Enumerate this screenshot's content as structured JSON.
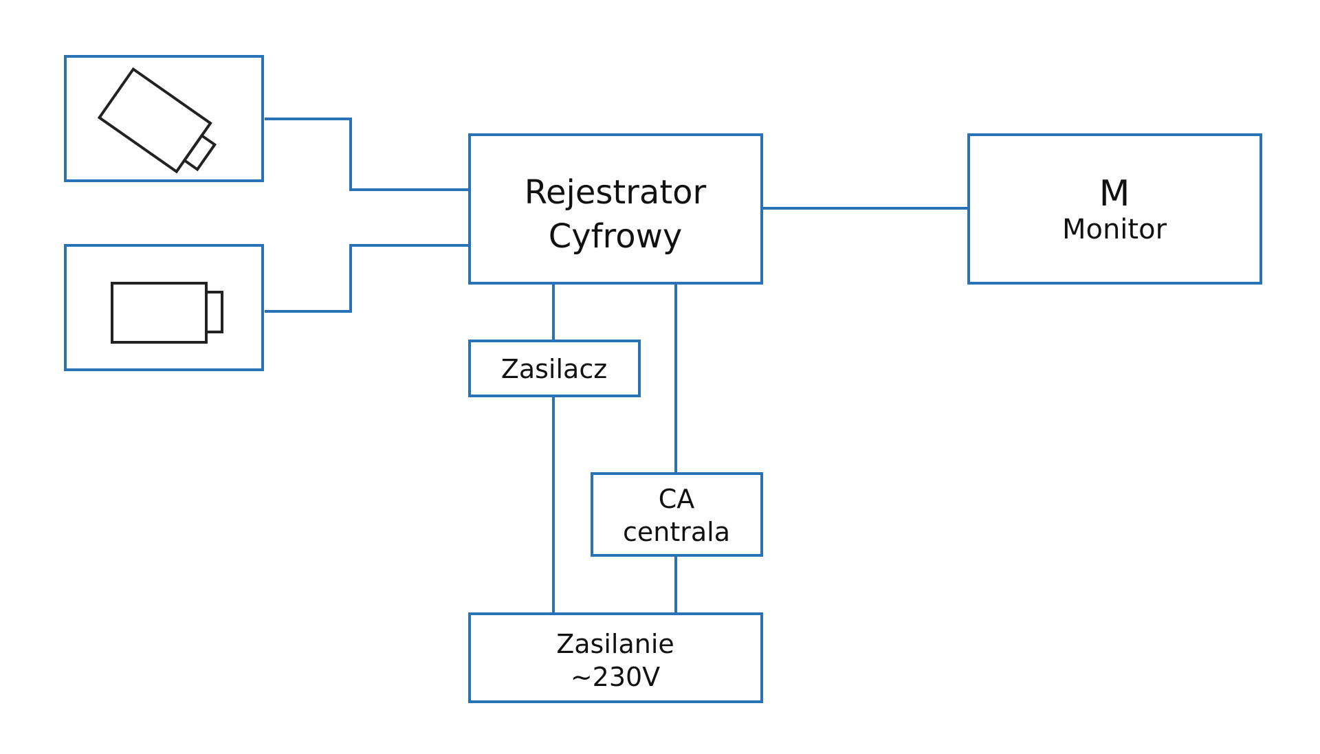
{
  "diagram": {
    "colors": {
      "line": "#2a72b8",
      "icon": "#222222",
      "text": "#111111",
      "background": "#ffffff"
    },
    "cameras": [
      {
        "id": "camera-1",
        "icon": "camera-icon",
        "orientation": "tilted"
      },
      {
        "id": "camera-2",
        "icon": "camera-icon",
        "orientation": "horizontal"
      }
    ],
    "recorder": {
      "line1": "Rejestrator",
      "line2": "Cyfrowy"
    },
    "monitor": {
      "symbol": "M",
      "label": "Monitor"
    },
    "power_supply": {
      "label": "Zasilacz"
    },
    "alarm_panel": {
      "line1": "CA",
      "line2": "centrala"
    },
    "mains": {
      "line1": "Zasilanie",
      "line2": "~230V"
    }
  }
}
